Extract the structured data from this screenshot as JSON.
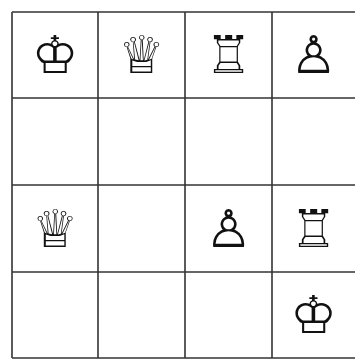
{
  "diagram": {
    "labels": [
      "♔",
      "♕",
      "♖",
      "♙",
      "♕",
      "♙",
      "♖",
      "♔"
    ]
  }
}
